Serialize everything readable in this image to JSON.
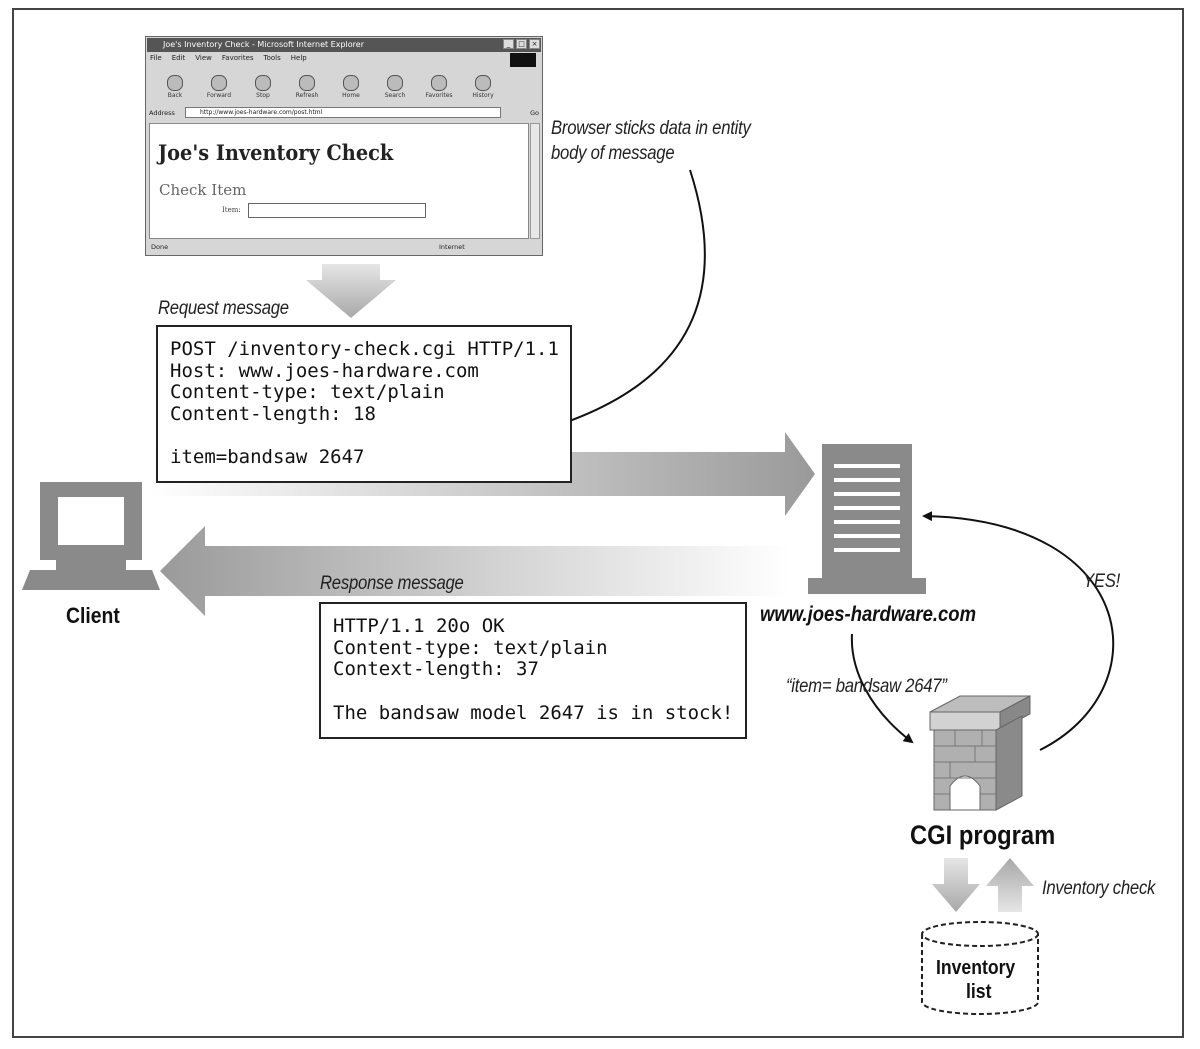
{
  "browser": {
    "window_title": "Joe's Inventory Check - Microsoft Internet Explorer",
    "title_buttons": [
      "_",
      "□",
      "×"
    ],
    "menu": [
      "File",
      "Edit",
      "View",
      "Favorites",
      "Tools",
      "Help"
    ],
    "toolbar": [
      "Back",
      "Forward",
      "Stop",
      "Refresh",
      "Home",
      "Search",
      "Favorites",
      "History"
    ],
    "address_label": "Address",
    "address_url": "http://www.joes-hardware.com/post.html",
    "go_label": "Go",
    "page_title": "Joe's Inventory Check",
    "section_label": "Check Item",
    "item_label": "Item:",
    "item_value": "",
    "status_left": "Done",
    "status_zone": "Internet"
  },
  "labels": {
    "browser_note_line1": "Browser sticks data in entity",
    "browser_note_line2": "body of message",
    "request_heading": "Request message",
    "response_heading": "Response message",
    "client": "Client",
    "server": "www.joes-hardware.com",
    "query": "“item= bandsaw 2647”",
    "yes": "YES!",
    "cgi": "CGI program",
    "inventory_check": "Inventory check",
    "inventory_line1": "Inventory",
    "inventory_line2": "list"
  },
  "request": {
    "lines": [
      "POST /inventory-check.cgi HTTP/1.1",
      "Host: www.joes-hardware.com",
      "Content-type: text/plain",
      "Content-length: 18"
    ],
    "body": "item=bandsaw 2647"
  },
  "response": {
    "lines": [
      "HTTP/1.1 20o OK",
      "Content-type: text/plain",
      "Context-length: 37"
    ],
    "body": "The bandsaw model 2647 is in stock!"
  },
  "icons": {
    "client": "computer-monitor-icon",
    "server": "server-tower-icon",
    "cgi": "brick-gateway-icon",
    "inventory": "database-cylinder-icon"
  },
  "colors": {
    "icon_gray": "#8a8a8a",
    "arrow_gray": "#9a9a9a",
    "line": "#111111"
  }
}
